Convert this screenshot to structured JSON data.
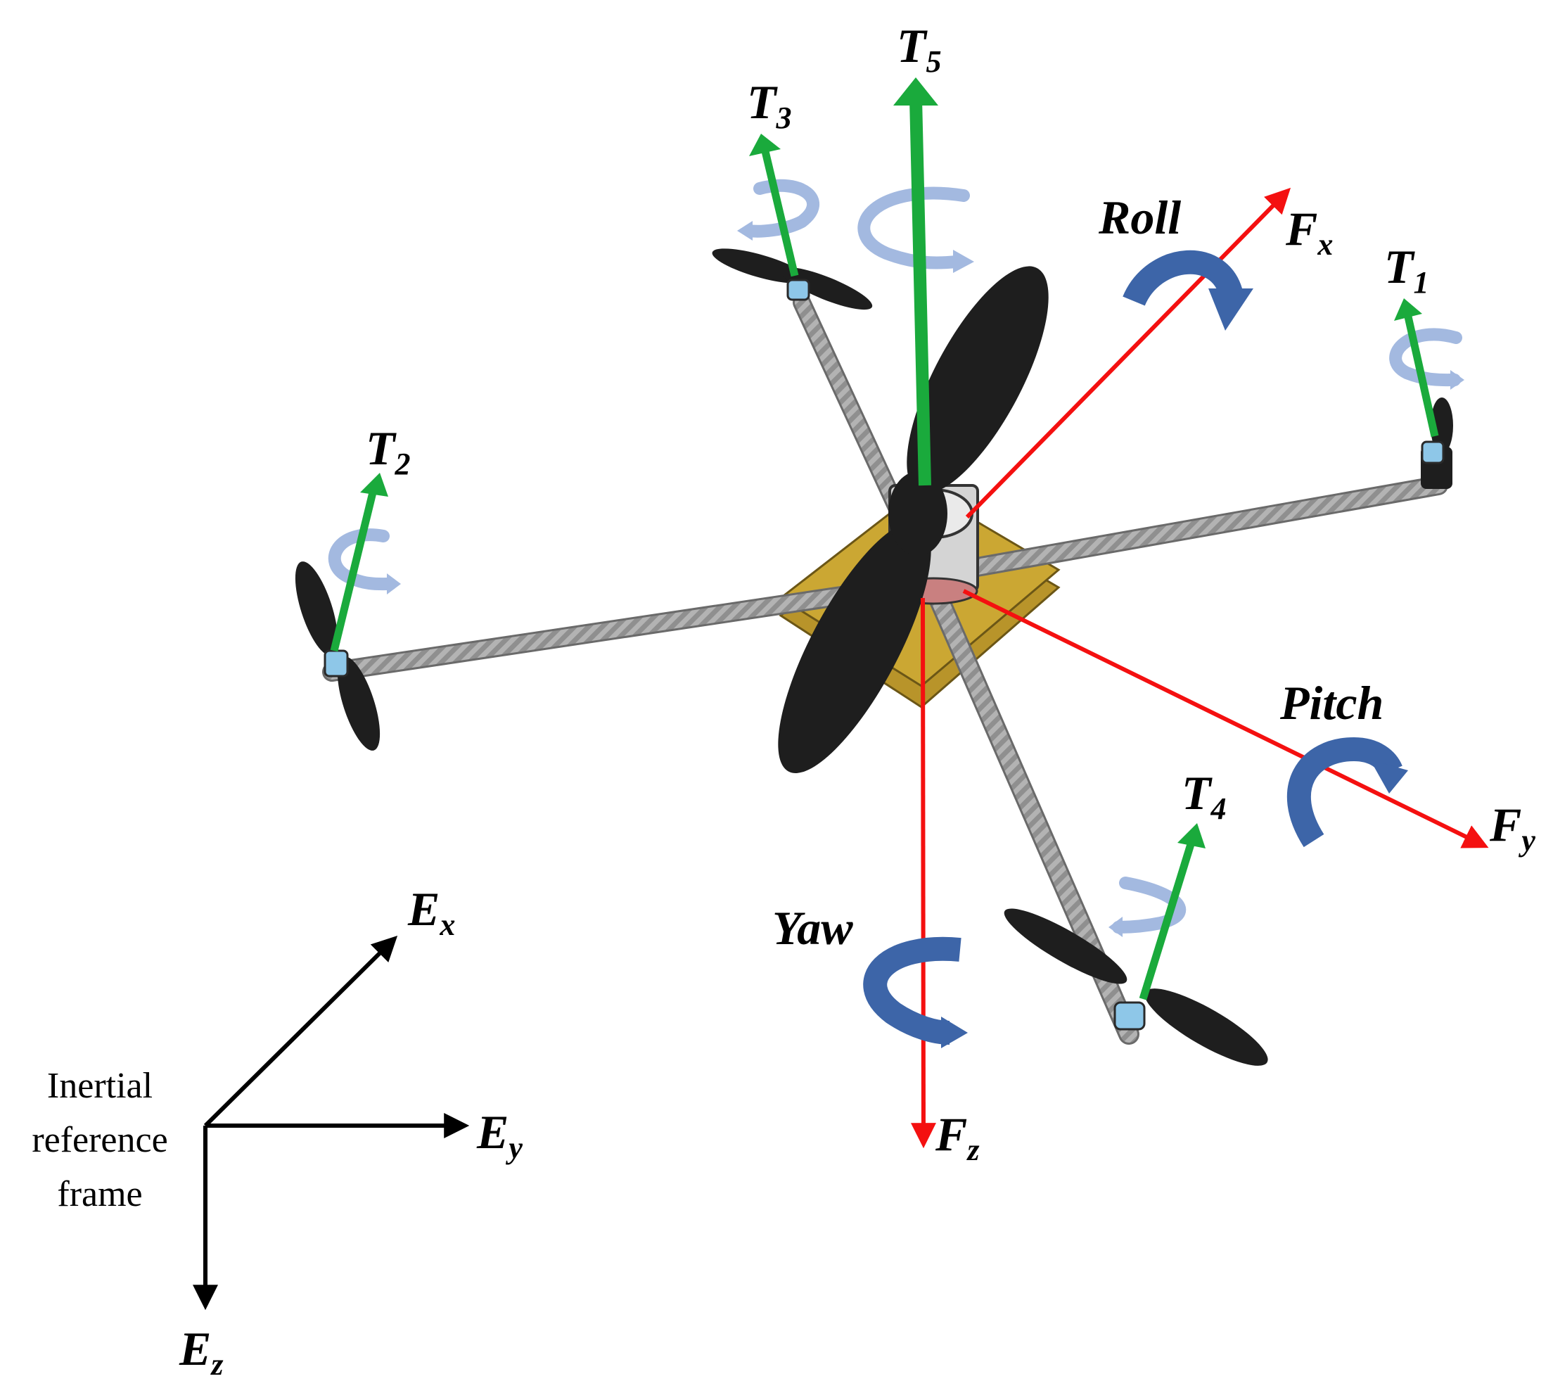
{
  "thrust_labels": [
    {
      "id": "T1",
      "base": "T",
      "sub": "1"
    },
    {
      "id": "T2",
      "base": "T",
      "sub": "2"
    },
    {
      "id": "T3",
      "base": "T",
      "sub": "3"
    },
    {
      "id": "T4",
      "base": "T",
      "sub": "4"
    },
    {
      "id": "T5",
      "base": "T",
      "sub": "5"
    }
  ],
  "body_axes": [
    {
      "id": "Fx",
      "base": "F",
      "sub": "x"
    },
    {
      "id": "Fy",
      "base": "F",
      "sub": "y"
    },
    {
      "id": "Fz",
      "base": "F",
      "sub": "z"
    }
  ],
  "rotations": {
    "roll": "Roll",
    "pitch": "Pitch",
    "yaw": "Yaw"
  },
  "inertial_axes": [
    {
      "id": "Ex",
      "base": "E",
      "sub": "x"
    },
    {
      "id": "Ey",
      "base": "E",
      "sub": "y"
    },
    {
      "id": "Ez",
      "base": "E",
      "sub": "z"
    }
  ],
  "inertial_caption": [
    "Inertial",
    "reference",
    "frame"
  ],
  "colors": {
    "thrust": "#1aaa3c",
    "body_axis": "#f41010",
    "rotation": "#3d65a8",
    "spin": "#a3b9e0",
    "arm": "#a6a6a6",
    "propeller": "#1e1e1e",
    "plate": "#c9a52c"
  }
}
